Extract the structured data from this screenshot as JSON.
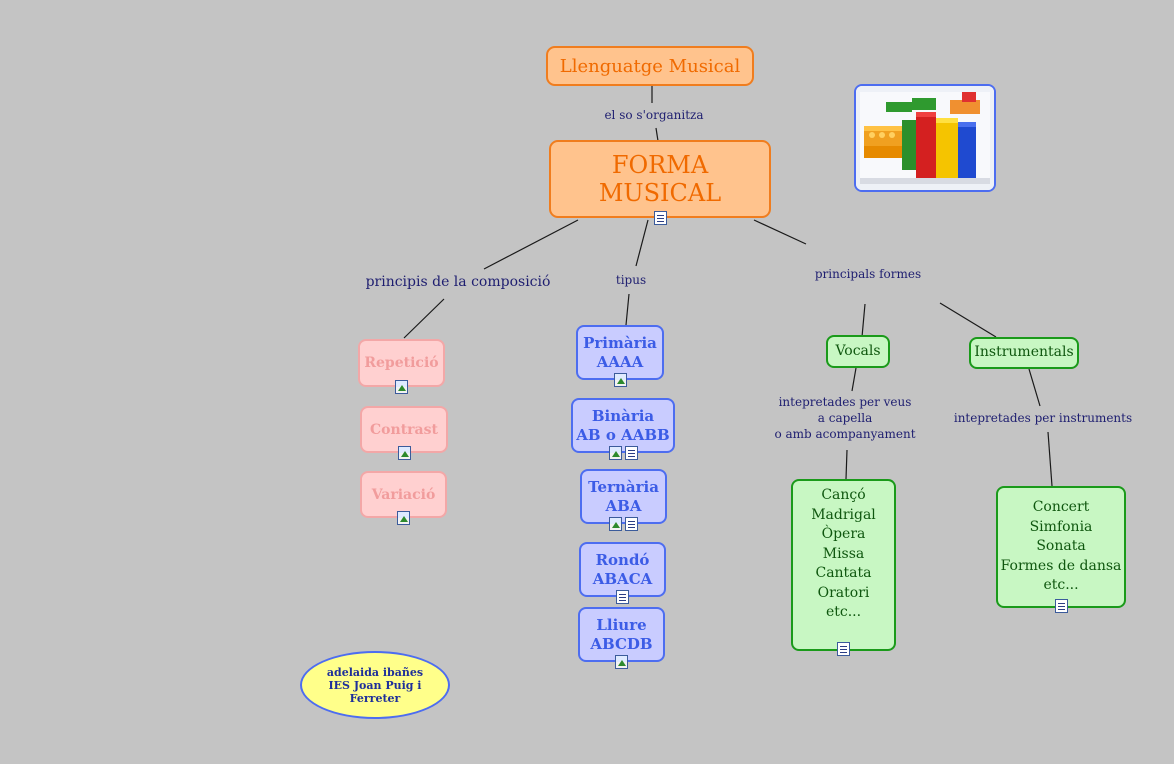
{
  "colors": {
    "background": "#c4c4c4",
    "orange_fill": "#ffc38d",
    "orange_border": "#f07d1e",
    "pink_fill": "#ffd0d0",
    "pink_border": "#f3a7a7",
    "blue_fill": "#c9ccff",
    "blue_border": "#4d6df0",
    "green_fill": "#c8f7c3",
    "green_border": "#1a9a1a",
    "credit_fill": "#ffff8a"
  },
  "top_concept": "Llenguatge Musical",
  "top_link": "el so s'organitza",
  "main_concept": "FORMA MUSICAL",
  "branches": {
    "principles": "principis de la composició",
    "types": "tipus",
    "main_forms": "principals formes"
  },
  "principles": [
    "Repetició",
    "Contrast",
    "Variació"
  ],
  "types": [
    {
      "name": "Primària",
      "pattern": "AAAA"
    },
    {
      "name": "Binària",
      "pattern": "AB o AABB"
    },
    {
      "name": "Ternària",
      "pattern": "ABA"
    },
    {
      "name": "Rondó",
      "pattern": "ABACA"
    },
    {
      "name": "Lliure",
      "pattern": "ABCDB"
    }
  ],
  "vocals": {
    "title": "Vocals",
    "link": "intepretades per veus\na capella\no amb acompanyament",
    "items": [
      "Cançó",
      "Madrigal",
      "Òpera",
      "Missa",
      "Cantata",
      "Oratori",
      "etc..."
    ]
  },
  "instrumentals": {
    "title": "Instrumentals",
    "link": "intepretades per instruments",
    "items": [
      "Concert",
      "Simfonia",
      "Sonata",
      "Formes de dansa",
      "etc..."
    ]
  },
  "credit": "adelaida ibañes\nIES Joan Puig i Ferreter",
  "icons": [
    "image-icon",
    "note-icon"
  ]
}
